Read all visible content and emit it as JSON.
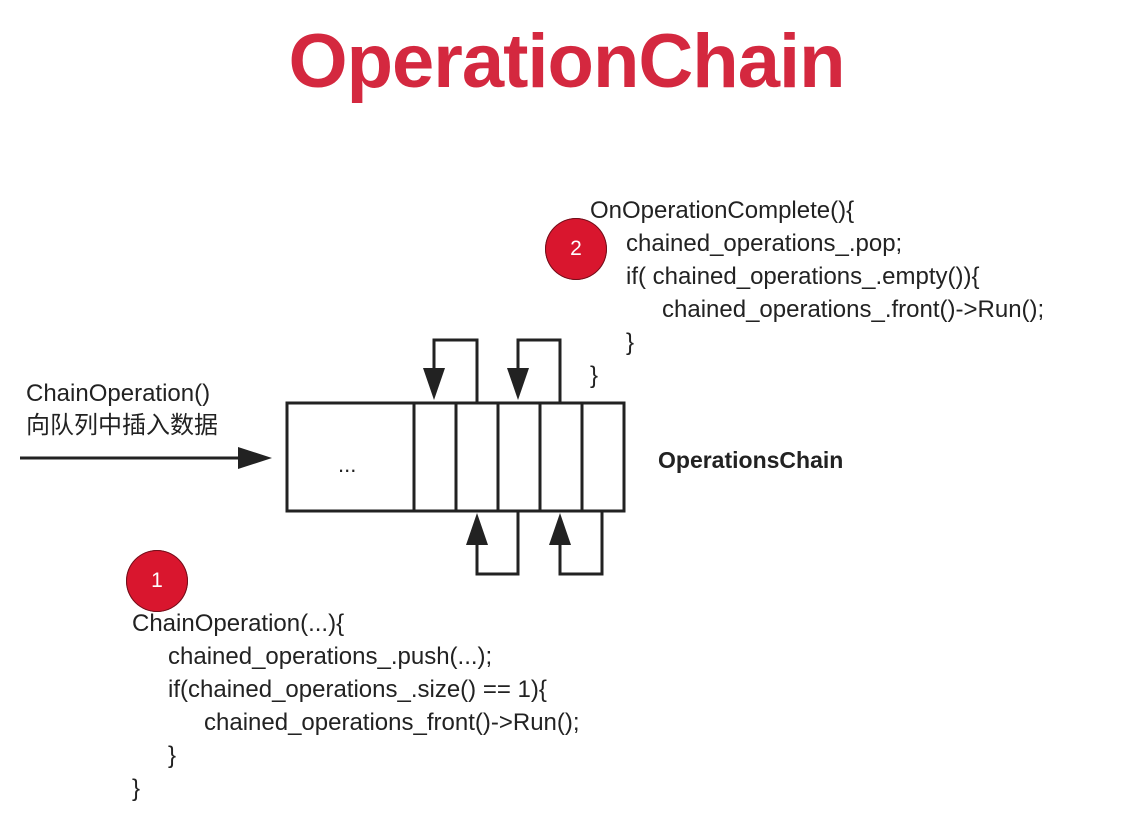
{
  "title": "OperationChain",
  "input": {
    "line1": "ChainOperation()",
    "line2": "向队列中插入数据"
  },
  "queue": {
    "ellipsis": "...",
    "name": "OperationsChain"
  },
  "badges": {
    "one": "1",
    "two": "2"
  },
  "on_complete_code": {
    "l1": "OnOperationComplete(){",
    "l2": "chained_operations_.pop;",
    "l3": "if( chained_operations_.empty()){",
    "l4": "chained_operations_.front()->Run();",
    "l5": "}",
    "l6": "}"
  },
  "chain_code": {
    "l1": "ChainOperation(...){",
    "l2": "chained_operations_.push(...);",
    "l3": "if(chained_operations_.size() == 1){",
    "l4": "chained_operations_front()->Run();",
    "l5": "}",
    "l6": "}"
  },
  "colors": {
    "title": "#d4283f",
    "badge": "#d9162e",
    "line": "#222222"
  }
}
